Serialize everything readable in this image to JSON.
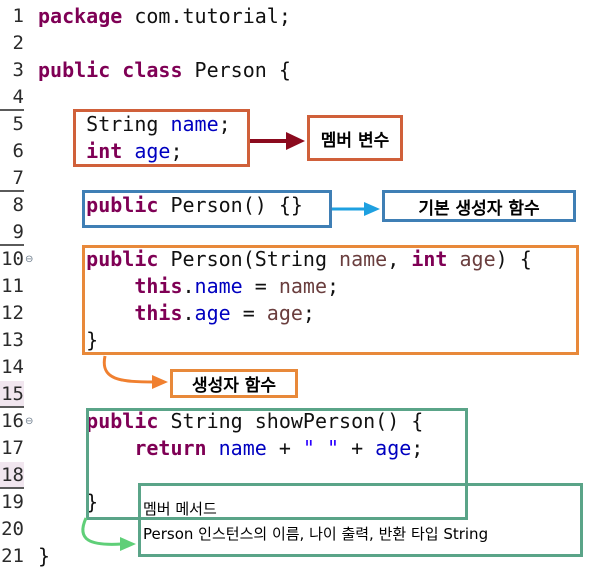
{
  "code_lines": [
    {
      "num": "1",
      "text": "package com.tutorial;"
    },
    {
      "num": "2",
      "text": ""
    },
    {
      "num": "3",
      "text": "public class Person {"
    },
    {
      "num": "4",
      "text": ""
    },
    {
      "num": "5",
      "text": "    String name;"
    },
    {
      "num": "6",
      "text": "    int age;"
    },
    {
      "num": "7",
      "text": ""
    },
    {
      "num": "8",
      "text": "    public Person() {}"
    },
    {
      "num": "9",
      "text": ""
    },
    {
      "num": "10",
      "text": "    public Person(String name, int age) {"
    },
    {
      "num": "11",
      "text": "        this.name = name;"
    },
    {
      "num": "12",
      "text": "        this.age = age;"
    },
    {
      "num": "13",
      "text": "    }"
    },
    {
      "num": "14",
      "text": ""
    },
    {
      "num": "15",
      "text": ""
    },
    {
      "num": "16",
      "text": "    public String showPerson() {"
    },
    {
      "num": "17",
      "text": "        return name + \" \" + age;"
    },
    {
      "num": "18",
      "text": ""
    },
    {
      "num": "19",
      "text": "    }"
    },
    {
      "num": "20",
      "text": ""
    },
    {
      "num": "21",
      "text": "}"
    }
  ],
  "fold_marker": "⊖",
  "annotations": {
    "member_variables": "멤버 변수",
    "default_constructor": "기본 생성자 함수",
    "constructor": "생성자 함수",
    "method_title": "멤버 메서드",
    "method_desc": "Person 인스턴스의 이름, 나이 출력, 반환 타입 String"
  },
  "colors": {
    "fields_box": "#d0603a",
    "fields_arrow": "#8b0a1e",
    "default_ctor_box": "#3f7fb5",
    "default_ctor_arrow": "#1ea0e0",
    "ctor_box": "#e8893a",
    "method_box": "#5aa488",
    "method_arrow": "#5fcf78"
  }
}
